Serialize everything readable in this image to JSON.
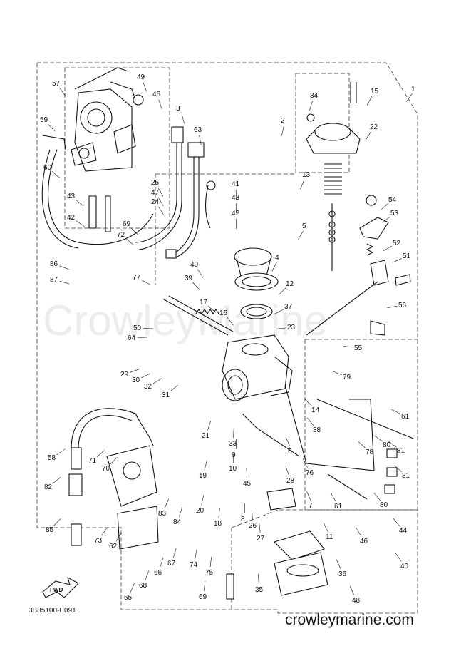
{
  "diagram": {
    "watermark": "CrowleyMarine",
    "code": "3B85100-E091",
    "site": "crowleymarine.com",
    "fwd_label": "FWD",
    "callouts": [
      {
        "id": "1",
        "n": "1"
      },
      {
        "id": "2",
        "n": "2"
      },
      {
        "id": "3",
        "n": "3"
      },
      {
        "id": "4",
        "n": "4"
      },
      {
        "id": "5",
        "n": "5"
      },
      {
        "id": "6",
        "n": "6"
      },
      {
        "id": "7",
        "n": "7"
      },
      {
        "id": "8",
        "n": "8"
      },
      {
        "id": "9",
        "n": "9"
      },
      {
        "id": "10",
        "n": "10"
      },
      {
        "id": "11",
        "n": "11"
      },
      {
        "id": "12",
        "n": "12"
      },
      {
        "id": "13",
        "n": "13"
      },
      {
        "id": "14",
        "n": "14"
      },
      {
        "id": "15",
        "n": "15"
      },
      {
        "id": "16",
        "n": "16"
      },
      {
        "id": "17",
        "n": "17"
      },
      {
        "id": "18",
        "n": "18"
      },
      {
        "id": "19",
        "n": "19"
      },
      {
        "id": "20",
        "n": "20"
      },
      {
        "id": "21",
        "n": "21"
      },
      {
        "id": "22",
        "n": "22"
      },
      {
        "id": "23",
        "n": "23"
      },
      {
        "id": "24",
        "n": "24"
      },
      {
        "id": "25",
        "n": "25"
      },
      {
        "id": "26",
        "n": "26"
      },
      {
        "id": "27",
        "n": "27"
      },
      {
        "id": "28",
        "n": "28"
      },
      {
        "id": "29",
        "n": "29"
      },
      {
        "id": "30",
        "n": "30"
      },
      {
        "id": "31",
        "n": "31"
      },
      {
        "id": "32",
        "n": "32"
      },
      {
        "id": "33",
        "n": "33"
      },
      {
        "id": "34",
        "n": "34"
      },
      {
        "id": "35",
        "n": "35"
      },
      {
        "id": "36",
        "n": "36"
      },
      {
        "id": "37",
        "n": "37"
      },
      {
        "id": "38",
        "n": "38"
      },
      {
        "id": "39",
        "n": "39"
      },
      {
        "id": "40a",
        "n": "40"
      },
      {
        "id": "40b",
        "n": "40"
      },
      {
        "id": "41",
        "n": "41"
      },
      {
        "id": "42a",
        "n": "42"
      },
      {
        "id": "42b",
        "n": "42"
      },
      {
        "id": "43a",
        "n": "43"
      },
      {
        "id": "43b",
        "n": "43"
      },
      {
        "id": "44",
        "n": "44"
      },
      {
        "id": "45",
        "n": "45"
      },
      {
        "id": "46a",
        "n": "46"
      },
      {
        "id": "46b",
        "n": "46"
      },
      {
        "id": "47",
        "n": "47"
      },
      {
        "id": "48",
        "n": "48"
      },
      {
        "id": "49",
        "n": "49"
      },
      {
        "id": "50",
        "n": "50"
      },
      {
        "id": "51",
        "n": "51"
      },
      {
        "id": "52",
        "n": "52"
      },
      {
        "id": "53",
        "n": "53"
      },
      {
        "id": "54",
        "n": "54"
      },
      {
        "id": "55",
        "n": "55"
      },
      {
        "id": "56",
        "n": "56"
      },
      {
        "id": "57",
        "n": "57"
      },
      {
        "id": "58",
        "n": "58"
      },
      {
        "id": "59",
        "n": "59"
      },
      {
        "id": "60",
        "n": "60"
      },
      {
        "id": "61a",
        "n": "61"
      },
      {
        "id": "61b",
        "n": "61"
      },
      {
        "id": "62",
        "n": "62"
      },
      {
        "id": "63",
        "n": "63"
      },
      {
        "id": "64",
        "n": "64"
      },
      {
        "id": "65",
        "n": "65"
      },
      {
        "id": "66",
        "n": "66"
      },
      {
        "id": "67",
        "n": "67"
      },
      {
        "id": "68",
        "n": "68"
      },
      {
        "id": "69a",
        "n": "69"
      },
      {
        "id": "69b",
        "n": "69"
      },
      {
        "id": "70",
        "n": "70"
      },
      {
        "id": "71",
        "n": "71"
      },
      {
        "id": "72",
        "n": "72"
      },
      {
        "id": "73",
        "n": "73"
      },
      {
        "id": "74",
        "n": "74"
      },
      {
        "id": "75",
        "n": "75"
      },
      {
        "id": "76",
        "n": "76"
      },
      {
        "id": "77",
        "n": "77"
      },
      {
        "id": "78",
        "n": "78"
      },
      {
        "id": "79",
        "n": "79"
      },
      {
        "id": "80a",
        "n": "80"
      },
      {
        "id": "80b",
        "n": "80"
      },
      {
        "id": "81a",
        "n": "81"
      },
      {
        "id": "81b",
        "n": "81"
      },
      {
        "id": "82",
        "n": "82"
      },
      {
        "id": "83",
        "n": "83"
      },
      {
        "id": "84",
        "n": "84"
      },
      {
        "id": "85",
        "n": "85"
      },
      {
        "id": "86",
        "n": "86"
      },
      {
        "id": "87",
        "n": "87"
      }
    ]
  }
}
